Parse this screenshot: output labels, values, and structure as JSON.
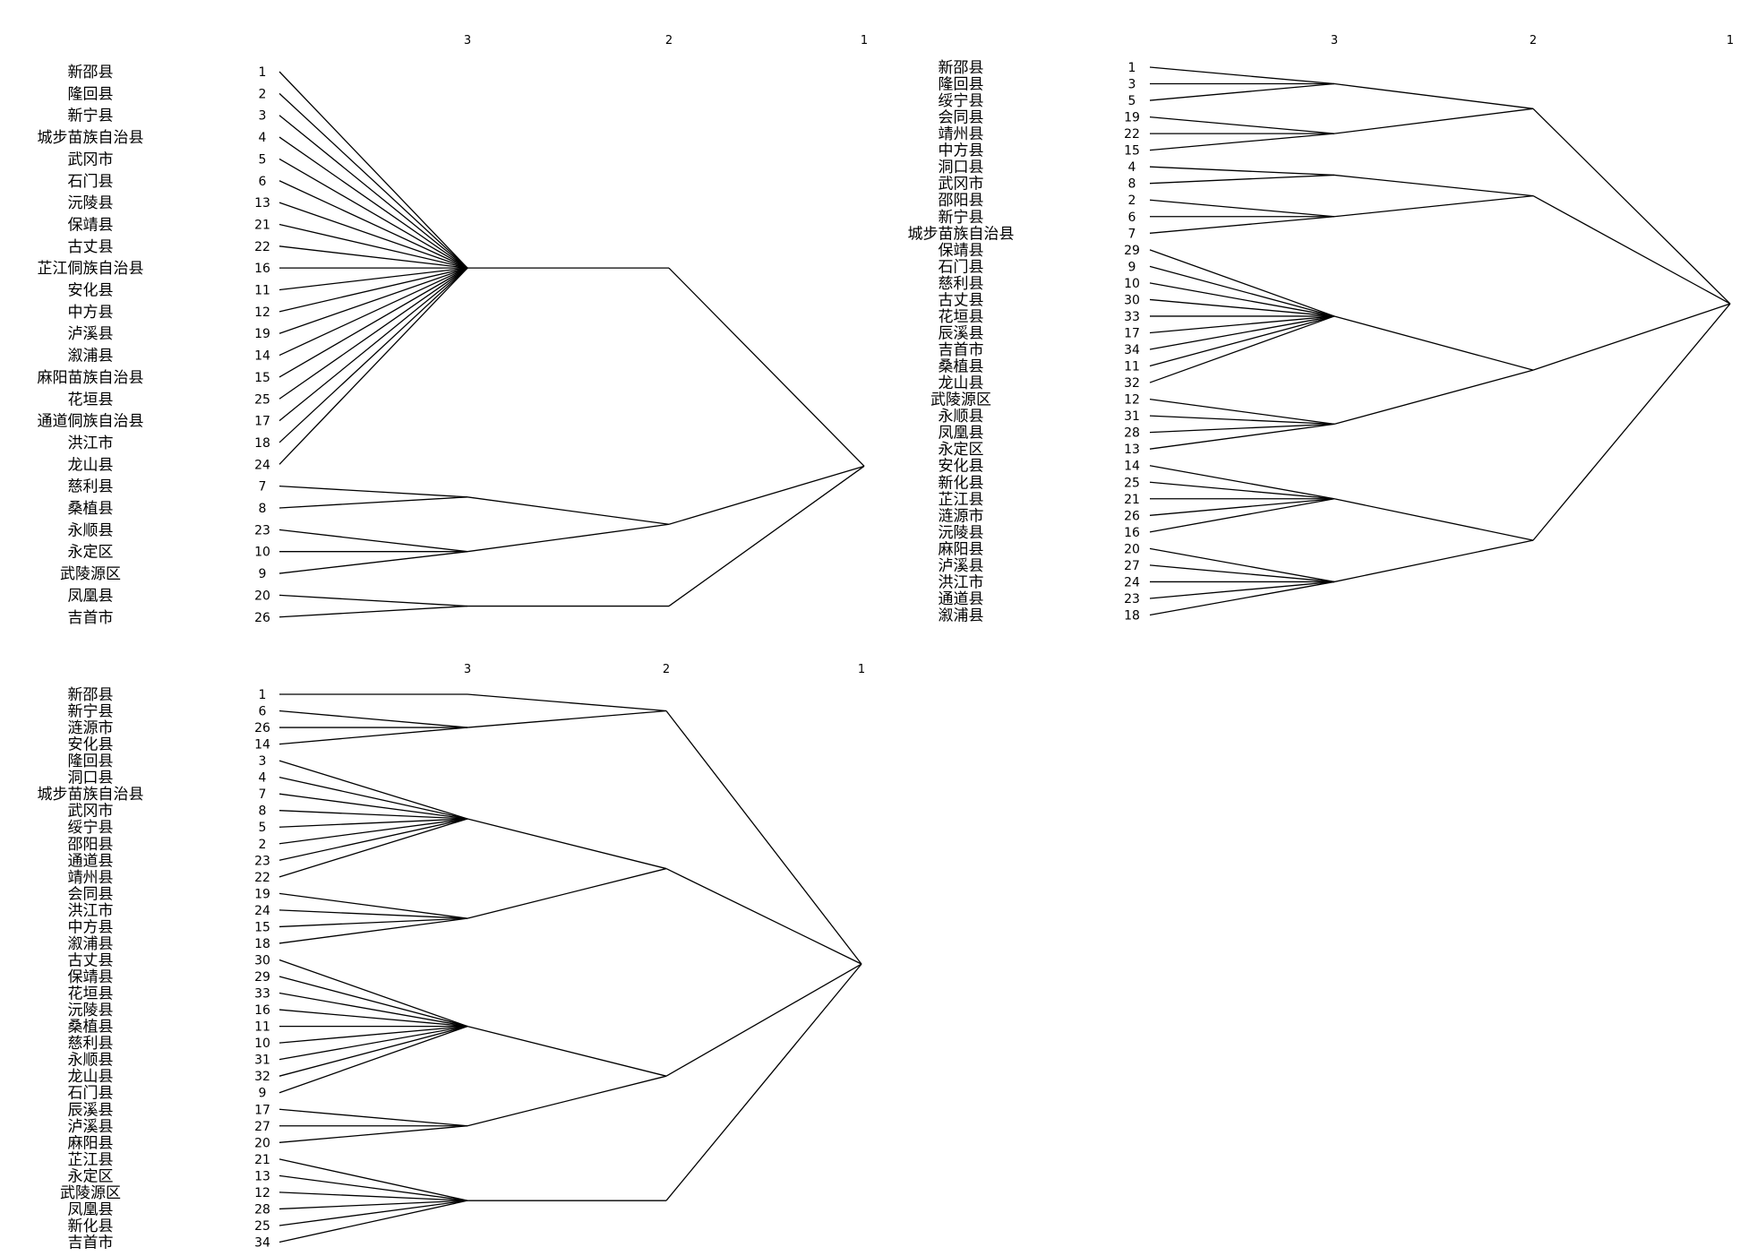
{
  "colors": {
    "line": "#000000",
    "text": "#000000",
    "background": "#ffffff"
  },
  "panels": [
    {
      "id": "panel-1",
      "levels": [
        "3",
        "2",
        "1"
      ],
      "leaves": [
        {
          "name": "新邵县",
          "id": "1"
        },
        {
          "name": "隆回县",
          "id": "2"
        },
        {
          "name": "新宁县",
          "id": "3"
        },
        {
          "name": "城步苗族自治县",
          "id": "4"
        },
        {
          "name": "武冈市",
          "id": "5"
        },
        {
          "name": "石门县",
          "id": "6"
        },
        {
          "name": "沅陵县",
          "id": "13"
        },
        {
          "name": "保靖县",
          "id": "21"
        },
        {
          "name": "古丈县",
          "id": "22"
        },
        {
          "name": "芷江侗族自治县",
          "id": "16"
        },
        {
          "name": "安化县",
          "id": "11"
        },
        {
          "name": "中方县",
          "id": "12"
        },
        {
          "name": "泸溪县",
          "id": "19"
        },
        {
          "name": "溆浦县",
          "id": "14"
        },
        {
          "name": "麻阳苗族自治县",
          "id": "15"
        },
        {
          "name": "花垣县",
          "id": "25"
        },
        {
          "name": "通道侗族自治县",
          "id": "17"
        },
        {
          "name": "洪江市",
          "id": "18"
        },
        {
          "name": "龙山县",
          "id": "24"
        },
        {
          "name": "慈利县",
          "id": "7"
        },
        {
          "name": "桑植县",
          "id": "8"
        },
        {
          "name": "永顺县",
          "id": "23"
        },
        {
          "name": "永定区",
          "id": "10"
        },
        {
          "name": "武陵源区",
          "id": "9"
        },
        {
          "name": "凤凰县",
          "id": "20"
        },
        {
          "name": "吉首市",
          "id": "26"
        }
      ],
      "level3_groups": [
        [
          0,
          18
        ],
        [
          19,
          20
        ],
        [
          21,
          23
        ],
        [
          24,
          25
        ]
      ],
      "level2_groups": [
        [
          0
        ],
        [
          1,
          2
        ],
        [
          3
        ]
      ]
    },
    {
      "id": "panel-2",
      "levels": [
        "3",
        "2",
        "1"
      ],
      "county_names": [
        "新邵县",
        "隆回县",
        "绥宁县",
        "会同县",
        "靖州县",
        "中方县",
        "洞口县",
        "武冈市",
        "邵阳县",
        "新宁县",
        "城步苗族自治县",
        "保靖县",
        "石门县",
        "慈利县",
        "古丈县",
        "花垣县",
        "辰溪县",
        "吉首市",
        "桑植县",
        "龙山县",
        "武陵源区",
        "永顺县",
        "凤凰县",
        "永定区",
        "安化县",
        "新化县",
        "芷江县",
        "涟源市",
        "沅陵县",
        "麻阳县",
        "泸溪县",
        "洪江市",
        "通道县",
        "溆浦县"
      ],
      "ids": [
        "1",
        "3",
        "5",
        "19",
        "22",
        "15",
        "4",
        "8",
        "2",
        "6",
        "7",
        "29",
        "9",
        "10",
        "30",
        "33",
        "17",
        "34",
        "11",
        "32",
        "12",
        "31",
        "28",
        "13",
        "14",
        "25",
        "21",
        "26",
        "16",
        "20",
        "27",
        "24",
        "23",
        "18"
      ],
      "level3_groups": [
        [
          0,
          2
        ],
        [
          3,
          5
        ],
        [
          6,
          7
        ],
        [
          8,
          10
        ],
        [
          11,
          19
        ],
        [
          20,
          23
        ],
        [
          24,
          28
        ],
        [
          29,
          33
        ]
      ],
      "level2_groups": [
        [
          0,
          1
        ],
        [
          2,
          3
        ],
        [
          4,
          5
        ],
        [
          6,
          7
        ]
      ]
    },
    {
      "id": "panel-3",
      "levels": [
        "3",
        "2",
        "1"
      ],
      "county_names": [
        "新邵县",
        "新宁县",
        "涟源市",
        "安化县",
        "隆回县",
        "洞口县",
        "城步苗族自治县",
        "武冈市",
        "绥宁县",
        "邵阳县",
        "通道县",
        "靖州县",
        "会同县",
        "洪江市",
        "中方县",
        "溆浦县",
        "古丈县",
        "保靖县",
        "花垣县",
        "沅陵县",
        "桑植县",
        "慈利县",
        "永顺县",
        "龙山县",
        "石门县",
        "辰溪县",
        "泸溪县",
        "麻阳县",
        "芷江县",
        "永定区",
        "武陵源区",
        "凤凰县",
        "新化县",
        "吉首市"
      ],
      "ids": [
        "1",
        "6",
        "26",
        "14",
        "3",
        "4",
        "7",
        "8",
        "5",
        "2",
        "23",
        "22",
        "19",
        "24",
        "15",
        "18",
        "30",
        "29",
        "33",
        "16",
        "11",
        "10",
        "31",
        "32",
        "9",
        "17",
        "27",
        "20",
        "21",
        "13",
        "12",
        "28",
        "25",
        "34"
      ],
      "level3_groups": [
        [
          0,
          0
        ],
        [
          1,
          3
        ],
        [
          4,
          11
        ],
        [
          12,
          15
        ],
        [
          16,
          24
        ],
        [
          25,
          27
        ],
        [
          28,
          33
        ]
      ],
      "level2_groups": [
        [
          0,
          1
        ],
        [
          2,
          3
        ],
        [
          4,
          5
        ],
        [
          6
        ]
      ]
    }
  ]
}
